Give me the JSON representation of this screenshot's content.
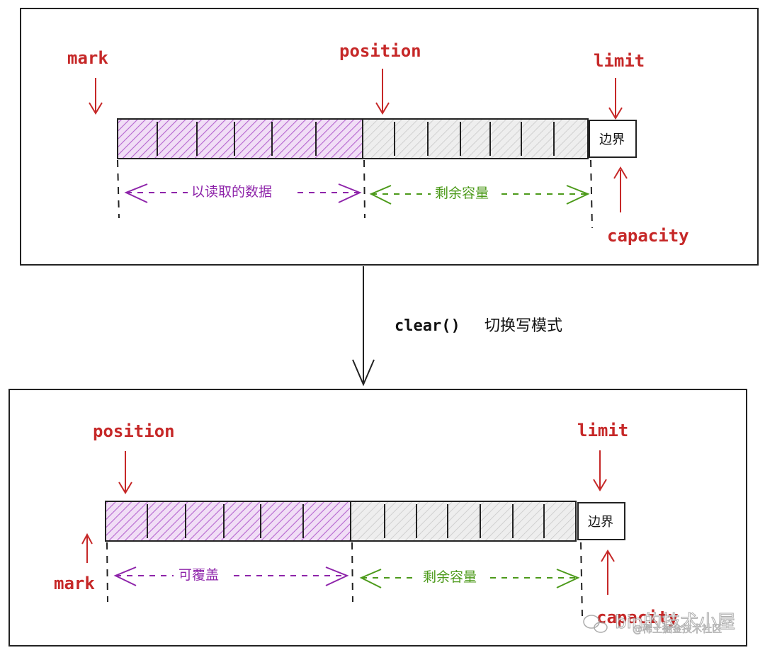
{
  "top": {
    "mark_label": "mark",
    "position_label": "position",
    "limit_label": "limit",
    "capacity_label": "capacity",
    "boundary_label": "边界",
    "read_range_label": "以读取的数据",
    "remaining_label": "剩余容量"
  },
  "transition": {
    "call": "clear()",
    "description": "切换写模式"
  },
  "bottom": {
    "position_label": "position",
    "limit_label": "limit",
    "mark_label": "mark",
    "capacity_label": "capacity",
    "boundary_label": "边界",
    "overwrite_label": "可覆盖",
    "remaining_label": "剩余容量"
  },
  "watermark": {
    "main": "bin的技术小屋",
    "sub": "@稀土掘金技术社区"
  },
  "colors": {
    "label_red": "#c62828",
    "read_purple": "#8e24aa",
    "remaining_green": "#4c9a1a",
    "hatch_purple": "#c77ddb",
    "hatch_gray": "#bdbdbd"
  }
}
